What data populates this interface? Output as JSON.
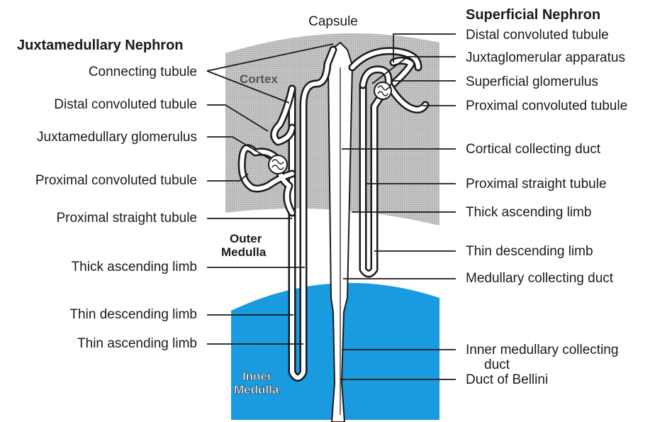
{
  "title": "",
  "zones": {
    "capsule": "Capsule",
    "cortex": "Cortex",
    "outer_medulla_1": "Outer",
    "outer_medulla_2": "Medulla",
    "inner_medulla_1": "Inner",
    "inner_medulla_2": "Medulla"
  },
  "juxtamedullary": {
    "heading": "Juxtamedullary Nephron",
    "labels": [
      "Connecting tubule",
      "Distal convoluted tubule",
      "Juxtamedullary glomerulus",
      "Proximal convoluted tubule",
      "Proximal straight tubule",
      "Thick ascending limb",
      "Thin descending limb",
      "Thin ascending limb"
    ]
  },
  "superficial": {
    "heading": "Superficial Nephron",
    "labels": [
      "Distal convoluted tubule",
      "Juxtaglomerular apparatus",
      "Superficial glomerulus",
      "Proximal convoluted tubule",
      "Cortical collecting duct",
      "Proximal straight tubule",
      "Thick ascending limb",
      "Thin descending limb",
      "Medullary collecting duct",
      "Inner medullary collecting",
      "duct",
      "Duct of Bellini"
    ]
  },
  "colors": {
    "cortex": "#bdbdbd",
    "inner_medulla": "#1a9be0",
    "outer_medulla": "#ffffff",
    "ink": "#1a1a1a"
  }
}
